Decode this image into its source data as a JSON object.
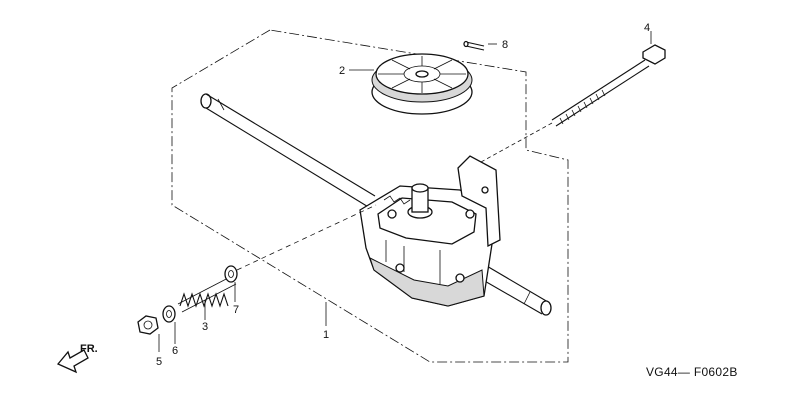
{
  "diagram": {
    "parts": [
      {
        "number": "1"
      },
      {
        "number": "2"
      },
      {
        "number": "3"
      },
      {
        "number": "4"
      },
      {
        "number": "5"
      },
      {
        "number": "6"
      },
      {
        "number": "7"
      },
      {
        "number": "8"
      }
    ],
    "figure_code": "VG44— F0602B",
    "direction_label": "FR."
  }
}
